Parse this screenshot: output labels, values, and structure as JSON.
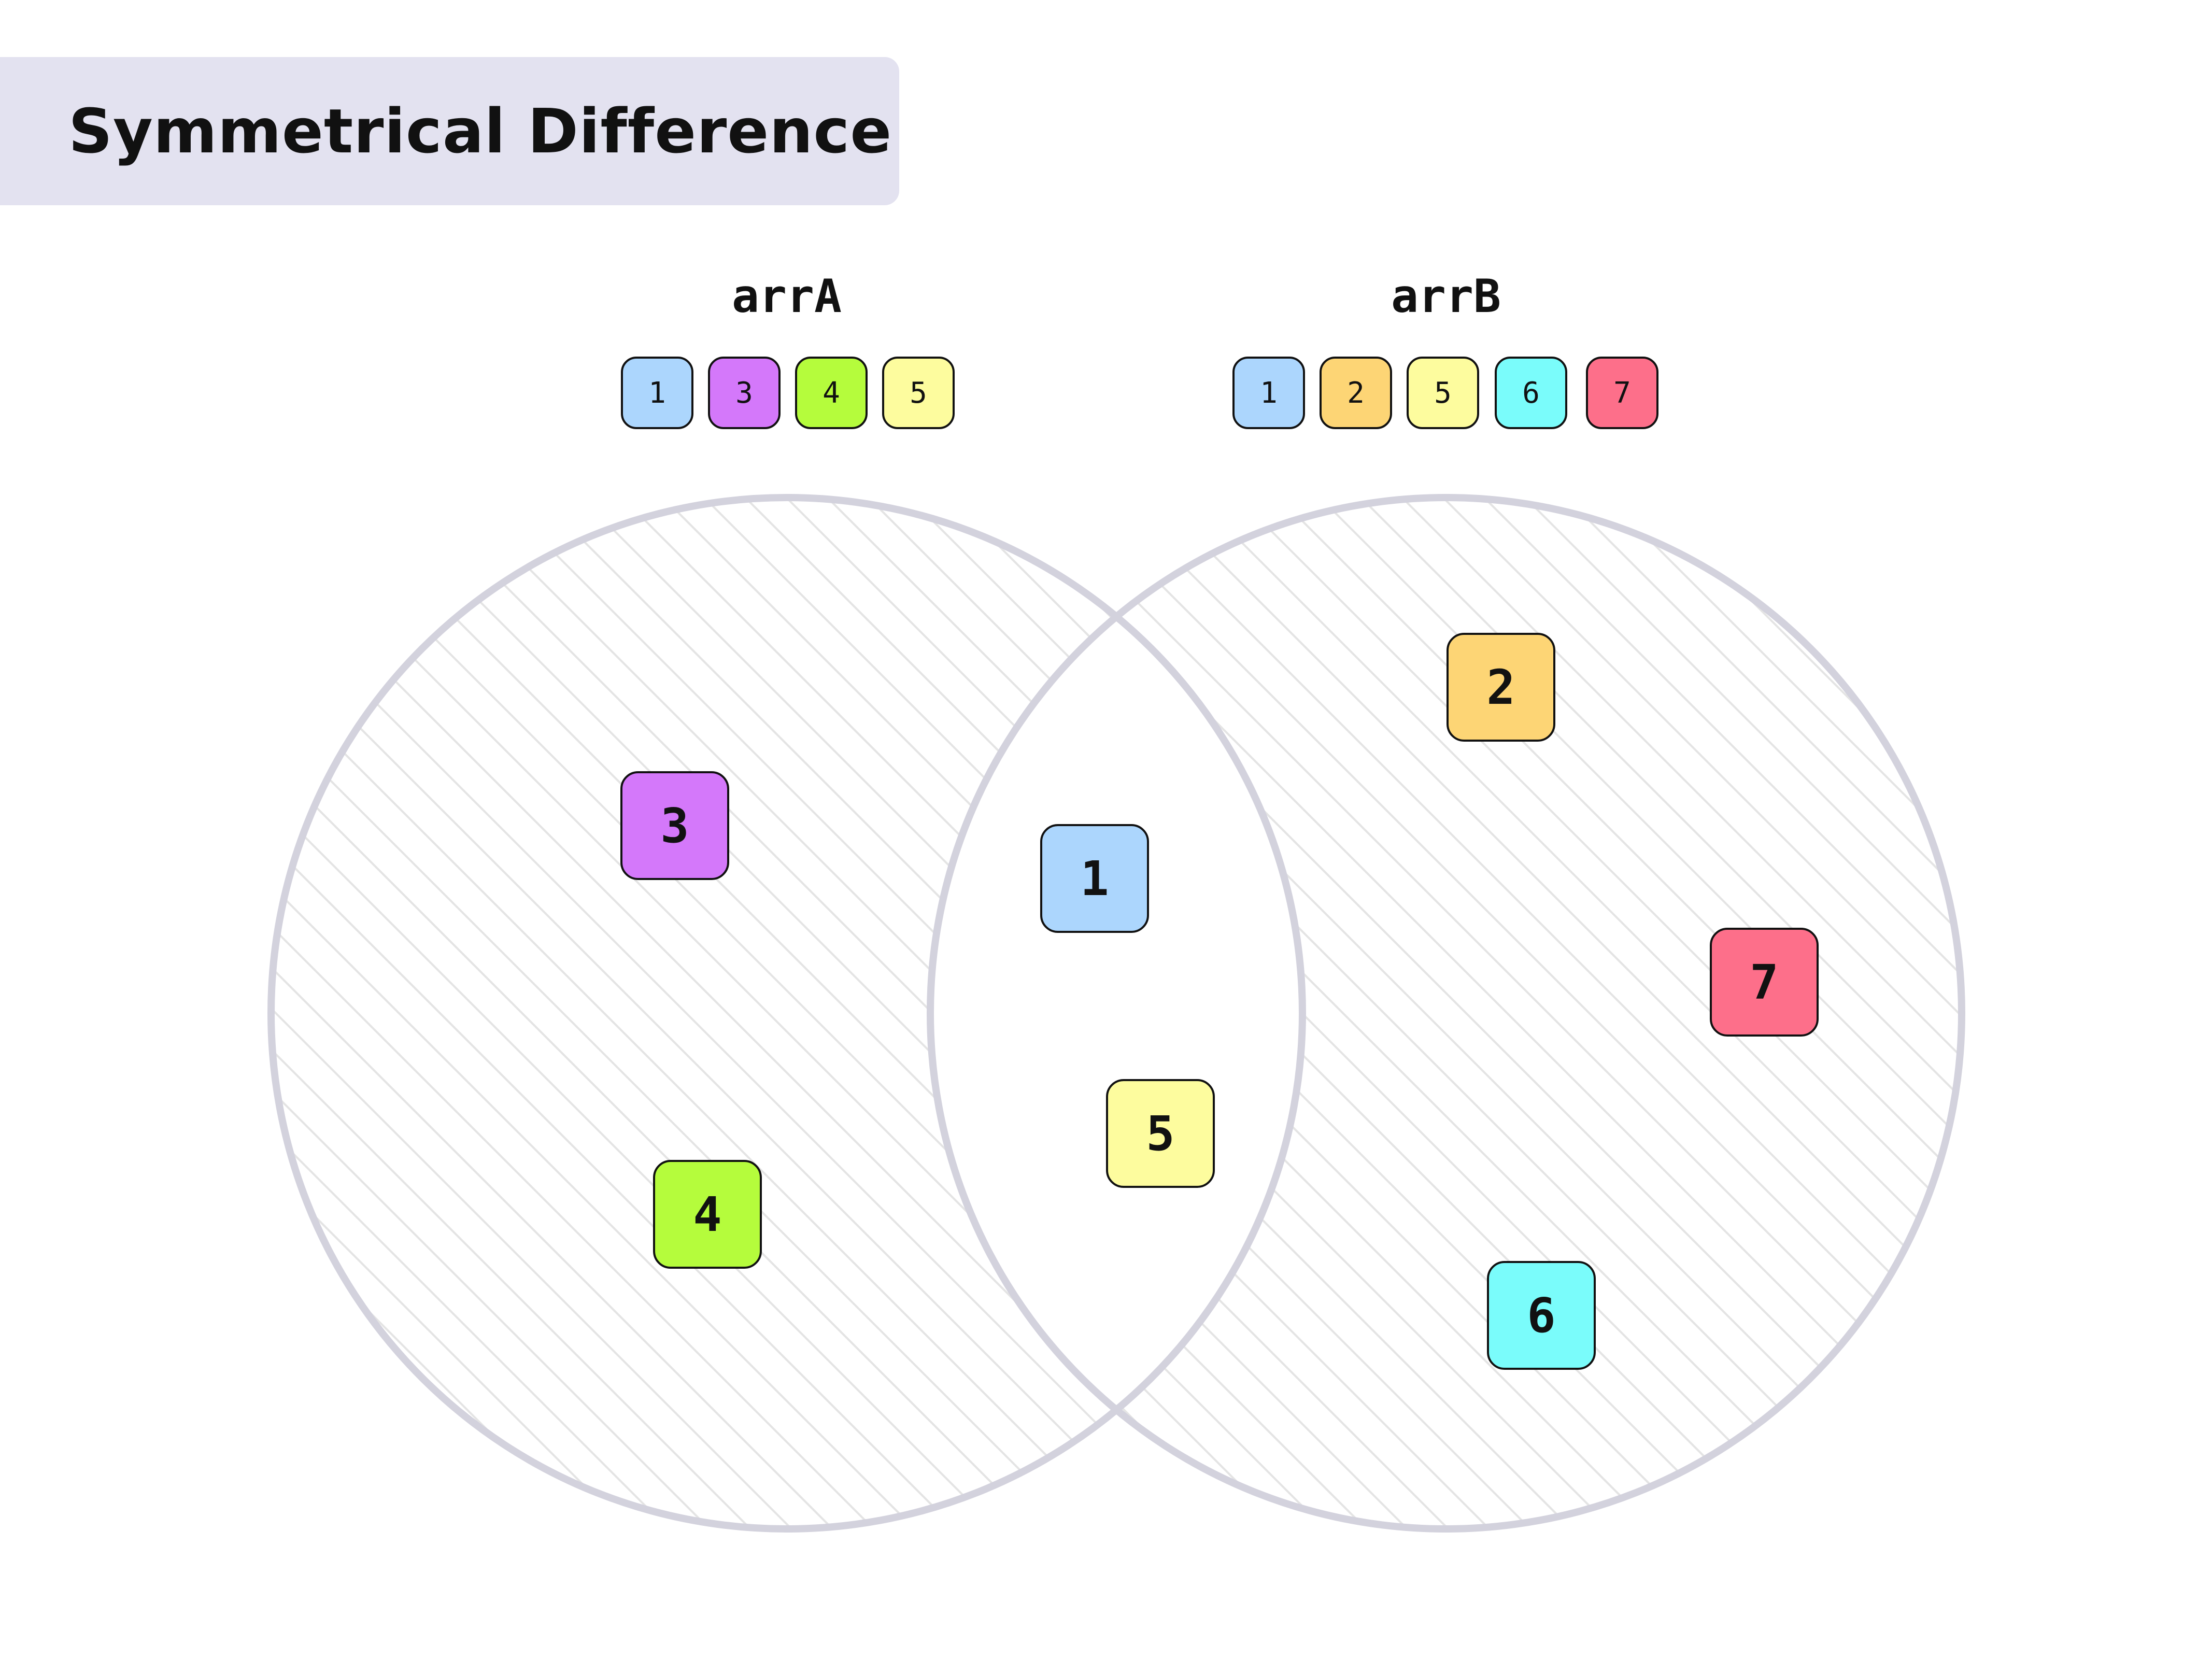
{
  "title": "Symmetrical Difference",
  "colors": {
    "1": "#acd6fd",
    "2": "#fdd575",
    "3": "#d478fa",
    "4": "#b5fc3c",
    "5": "#fdfc9e",
    "6": "#7afcfb",
    "7": "#fd6f8a",
    "circle_stroke": "#d3d2dd",
    "hatch": "#e4e4e4",
    "banner": "#e3e2f0"
  },
  "arrA": {
    "label": "arrA",
    "items": [
      "1",
      "3",
      "4",
      "5"
    ]
  },
  "arrB": {
    "label": "arrB",
    "items": [
      "1",
      "2",
      "5",
      "6",
      "7"
    ]
  },
  "venn": {
    "only_a": [
      "3",
      "4"
    ],
    "both": [
      "1",
      "5"
    ],
    "only_b": [
      "2",
      "7",
      "6"
    ]
  }
}
